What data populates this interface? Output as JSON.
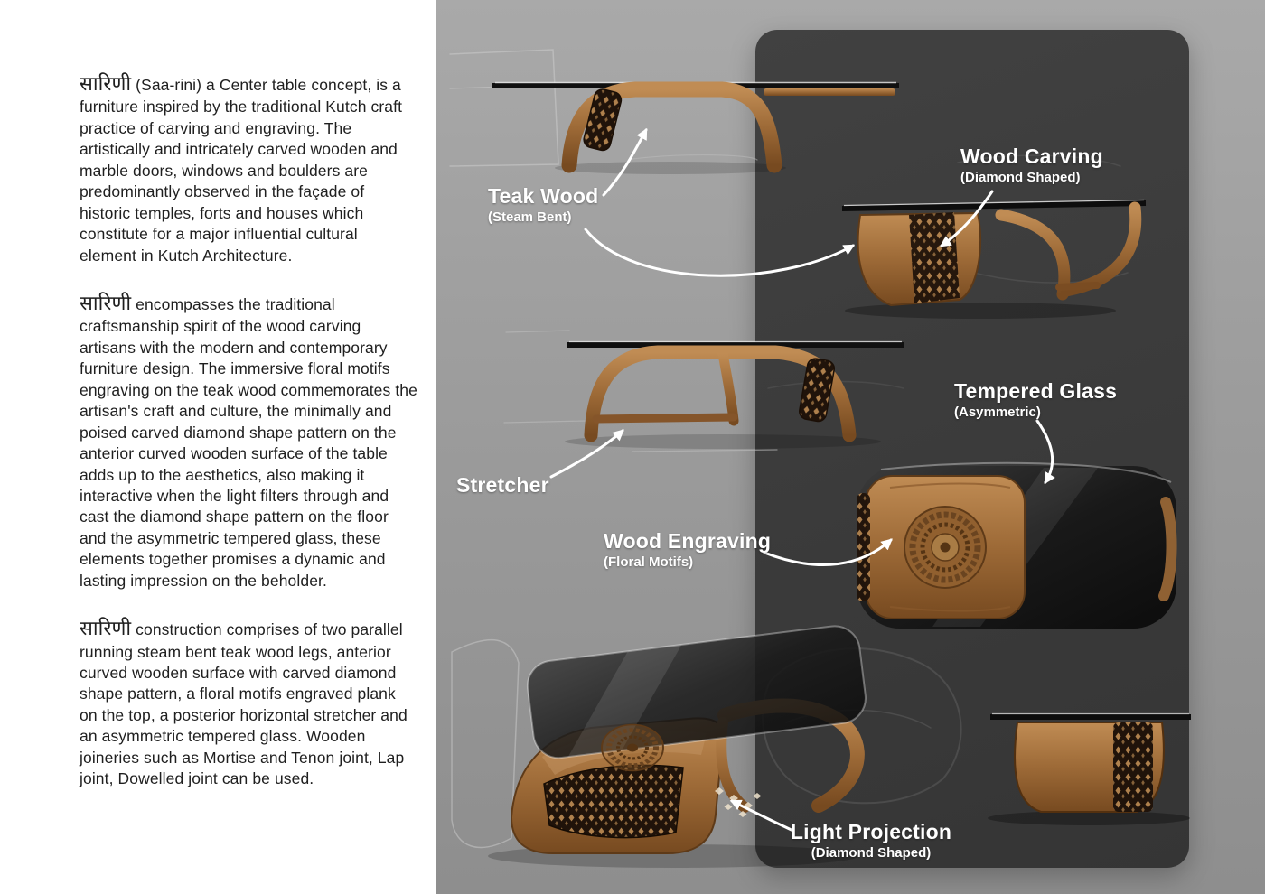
{
  "left_panel": {
    "paragraphs": [
      {
        "lead": "सारिणी",
        "rest": " (Saa-rini) a Center table concept, is a furniture inspired by the traditional Kutch craft practice of carving and engraving. The artistically and intricately carved wooden and marble doors, windows and boulders are predominantly observed in the façade of historic temples, forts and houses which constitute for a major influential cultural element in Kutch Architecture."
      },
      {
        "lead": "सारिणी",
        "rest": " encompasses the traditional craftsmanship spirit of the wood carving artisans with the modern and contemporary furniture design. The immersive floral motifs engraving on the teak wood commemorates the artisan's craft and culture, the minimally and poised carved diamond shape pattern on the anterior curved wooden surface of the table adds up to the aesthetics, also making it interactive when the light filters through and cast the diamond shape pattern on the floor and the asymmetric tempered glass, these elements together promises a dynamic and lasting impression on the beholder."
      },
      {
        "lead": "सारिणी",
        "rest": " construction comprises of two parallel running steam bent teak wood legs, anterior curved wooden surface with carved diamond shape pattern, a floral motifs engraved plank on the top, a posterior horizontal stretcher and an asymmetric tempered glass. Wooden joineries such as Mortise and Tenon joint, Lap joint, Dowelled joint can be used."
      }
    ]
  },
  "annotations": {
    "teak_wood": {
      "title": "Teak Wood",
      "subtitle": "(Steam Bent)"
    },
    "wood_carving": {
      "title": "Wood Carving",
      "subtitle": "(Diamond Shaped)"
    },
    "tempered_glass": {
      "title": "Tempered Glass",
      "subtitle": "(Asymmetric)"
    },
    "stretcher": {
      "title": "Stretcher",
      "subtitle": ""
    },
    "wood_engraving": {
      "title": "Wood Engraving",
      "subtitle": "(Floral Motifs)"
    },
    "light_projection": {
      "title": "Light Projection",
      "subtitle": "(Diamond Shaped)"
    }
  },
  "colors": {
    "canvas_gray": "#9c9c9c",
    "panel_dark": "#3b3b3b",
    "wood": "#9d6a37",
    "wood_dark": "#5e3a18",
    "glass": "#141414",
    "label_white": "#ffffff",
    "text_dark": "#1f1f1f"
  }
}
